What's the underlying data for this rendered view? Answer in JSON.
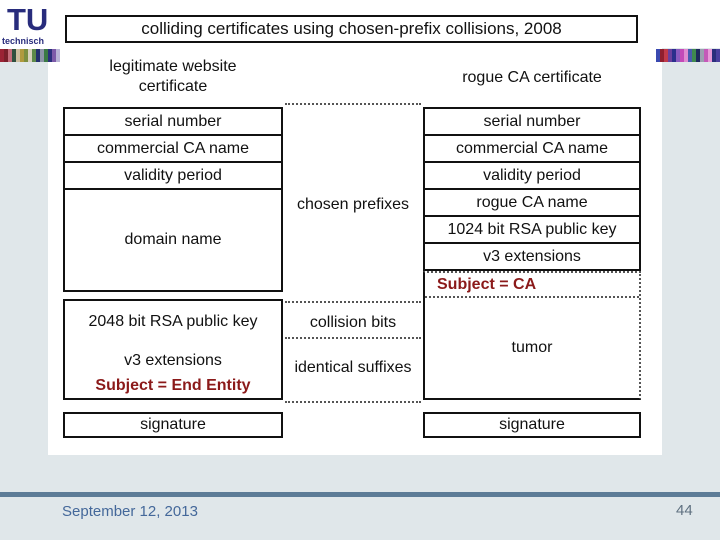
{
  "slide": {
    "title": "colliding certificates using chosen-prefix collisions, 2008",
    "logo": {
      "text": "TU",
      "subtext": "technisch"
    },
    "footer": {
      "date": "September 12, 2013",
      "page_number": "44"
    }
  },
  "diagram": {
    "left_certificate": {
      "header_line1": "legitimate website",
      "header_line2": "certificate",
      "rows": [
        "serial number",
        "commercial CA name",
        "validity period",
        "domain name"
      ],
      "key_box": {
        "key": "2048 bit RSA public key",
        "extensions": "v3 extensions",
        "subject": "Subject = End Entity"
      },
      "signature": "signature"
    },
    "right_certificate": {
      "header": "rogue CA certificate",
      "rows": [
        "serial number",
        "commercial CA name",
        "validity period",
        "rogue CA name",
        "1024 bit RSA public key",
        "v3 extensions"
      ],
      "subject": "Subject = CA",
      "tumor": "tumor",
      "signature": "signature"
    },
    "middle_labels": {
      "top": "chosen prefixes",
      "mid": "collision bits",
      "bottom": "identical suffixes"
    }
  },
  "colors": {
    "logo": "#282c7c",
    "highlight_text": "#8b1a1a",
    "footer_bar": "#5d7c97",
    "date_text": "#44689a",
    "page_text": "#5f7180"
  },
  "stripes": {
    "left": [
      "#9b2335",
      "#7a1f2b",
      "#c46a79",
      "#2f4f3e",
      "#cbbd9e",
      "#b09a3e",
      "#7c8f3f",
      "#d9d2be",
      "#5d8a4a",
      "#24306e",
      "#8d94a8",
      "#3a7a44",
      "#2a2f7c",
      "#7d5aa8",
      "#b9b3d6"
    ],
    "right": [
      "#3a49b0",
      "#8f1f2e",
      "#c03a4a",
      "#6a3f9e",
      "#2a2f8c",
      "#8a5ac0",
      "#c44ab8",
      "#e08ad0",
      "#4a5ab0",
      "#3f8a4f",
      "#1f2a5e",
      "#9aa0b0",
      "#c45ab8",
      "#e89ad8",
      "#2a2f7c",
      "#4a3f9e"
    ]
  }
}
